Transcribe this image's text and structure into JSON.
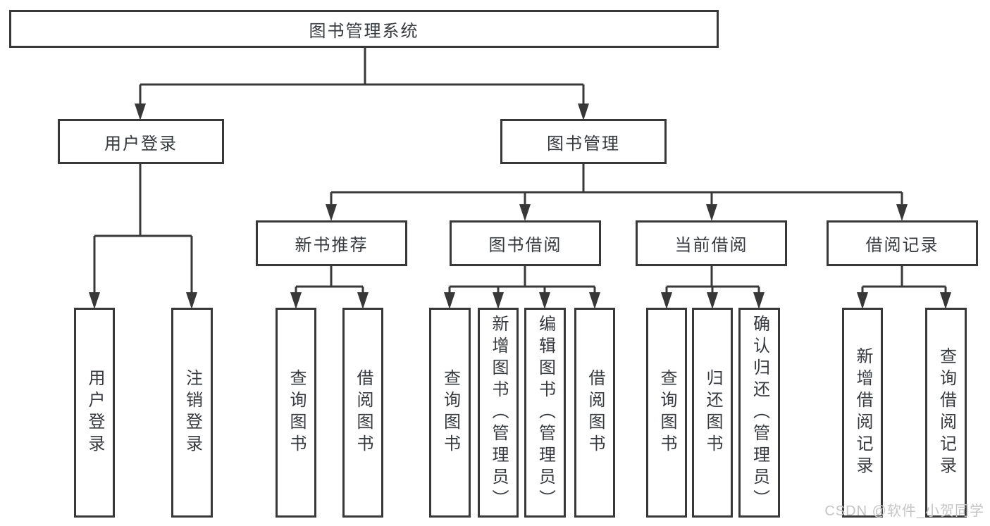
{
  "palette": {
    "background": "#ffffff",
    "line": "#383838",
    "node_border": "#383838",
    "node_text": "#36393d",
    "watermark_color": "#c5c5c5"
  },
  "tree": {
    "root": {
      "label": "图书管理系统"
    },
    "level2": [
      {
        "label": "用户登录"
      },
      {
        "label": "图书管理"
      }
    ],
    "level3": [
      {
        "label": "新书推荐",
        "parent": "图书管理"
      },
      {
        "label": "图书借阅",
        "parent": "图书管理"
      },
      {
        "label": "当前借阅",
        "parent": "图书管理"
      },
      {
        "label": "借阅记录",
        "parent": "图书管理"
      }
    ],
    "leaves": [
      {
        "label": "用户登录",
        "parent": "用户登录"
      },
      {
        "label": "注销登录",
        "parent": "用户登录"
      },
      {
        "label": "查询图书",
        "parent": "新书推荐"
      },
      {
        "label": "借阅图书",
        "parent": "新书推荐"
      },
      {
        "label": "查询图书",
        "parent": "图书借阅"
      },
      {
        "label": "新增图书（管理员）",
        "parent": "图书借阅"
      },
      {
        "label": "编辑图书（管理员）",
        "parent": "图书借阅"
      },
      {
        "label": "借阅图书",
        "parent": "图书借阅"
      },
      {
        "label": "查询图书",
        "parent": "当前借阅"
      },
      {
        "label": "归还图书",
        "parent": "当前借阅"
      },
      {
        "label": "确认归还（管理员）",
        "parent": "当前借阅"
      },
      {
        "label": "新增借阅记录",
        "parent": "借阅记录"
      },
      {
        "label": "查询借阅记录",
        "parent": "借阅记录"
      }
    ]
  },
  "watermark": {
    "text": "CSDN @软件_小贺同学"
  }
}
